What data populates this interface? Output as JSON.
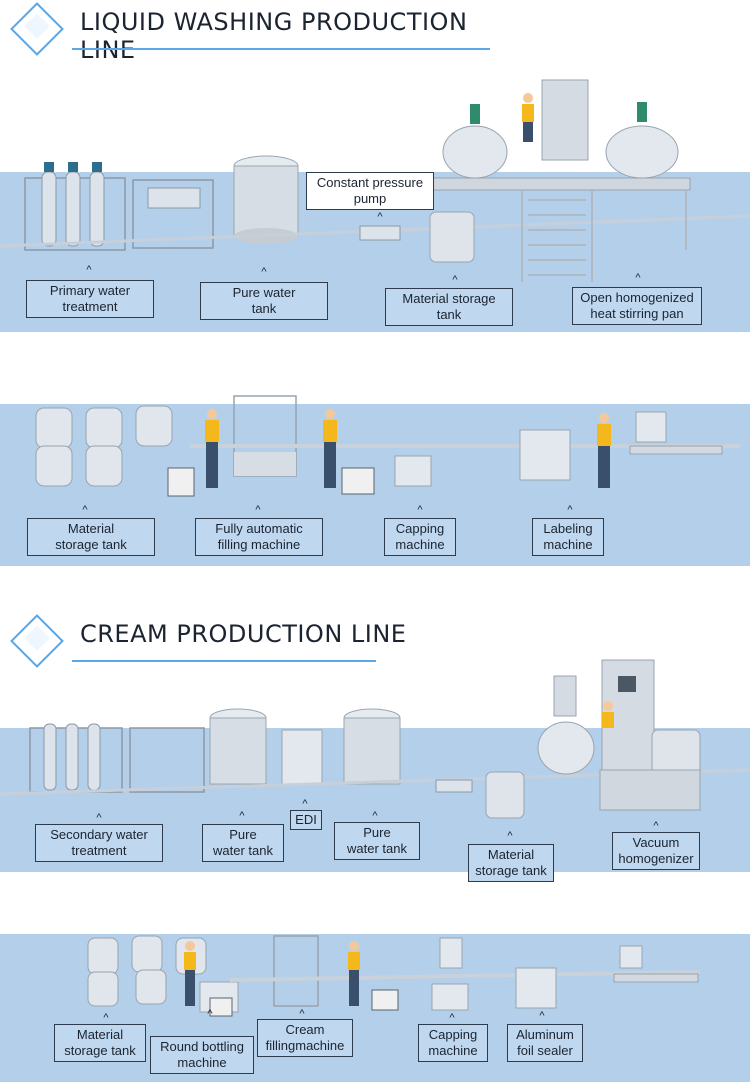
{
  "sections": [
    {
      "title": "LIQUID WASHING PRODUCTION LINE"
    },
    {
      "title": "CREAM PRODUCTION LINE"
    }
  ],
  "liquid_line_1": {
    "labels": [
      "Primary water\ntreatment",
      "Pure water\ntank",
      "Constant pressure\npump",
      "Material storage\ntank",
      "Open homogenized\nheat stirring pan"
    ]
  },
  "liquid_line_2": {
    "labels": [
      "Material\nstorage tank",
      "Fully automatic\nfilling machine",
      "Capping\nmachine",
      "Labeling\nmachine"
    ]
  },
  "cream_line_1": {
    "labels": [
      "Secondary water\ntreatment",
      "Pure\nwater tank",
      "EDI",
      "Pure\nwater tank",
      "Material\nstorage tank",
      "Vacuum\nhomogenizer"
    ]
  },
  "cream_line_2": {
    "labels": [
      "Material\nstorage tank",
      "Round bottling\nmachine",
      "Cream\nfillingmachine",
      "Capping\nmachine",
      "Aluminum\nfoil sealer"
    ]
  },
  "caret": "^",
  "colors": {
    "band": "#b3cfea",
    "accent": "#5aa6e6",
    "label_bg": "#bfd7ef",
    "worker": "#f5b81c"
  }
}
